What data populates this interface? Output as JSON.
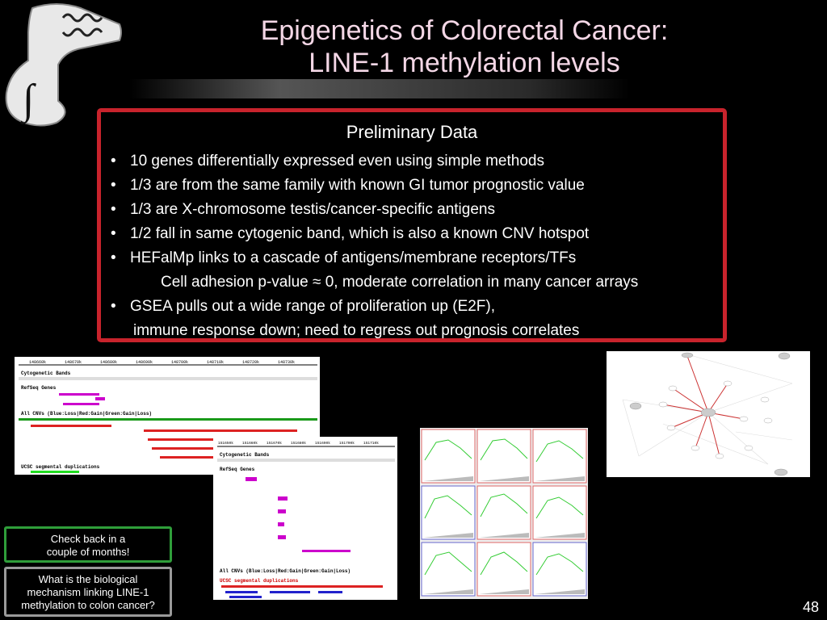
{
  "slide": {
    "title_line1": "Epigenetics of Colorectal Cancer:",
    "title_line2": "LINE-1 methylation levels",
    "page_number": "48"
  },
  "box": {
    "heading": "Preliminary Data",
    "bullets": [
      "10 genes differentially expressed even using simple methods",
      "1/3 are from the same family with known GI tumor prognostic value",
      "1/3 are X-chromosome testis/cancer-specific antigens",
      "1/2 fall in same cytogenic band, which is also a known CNV hotspot",
      "HEFalMp links to a cascade of antigens/membrane receptors/TFs"
    ],
    "sub1": "Cell adhesion p-value ≈ 0, moderate correlation in many cancer arrays",
    "bullet6": "GSEA pulls out a wide range of proliferation up (E2F),",
    "bullet6_cont": "immune response down; need to regress out prognosis correlates"
  },
  "browser1": {
    "ticks": [
      "148660k",
      "148670k",
      "148680k",
      "148690k",
      "148700k",
      "148710k",
      "148720k",
      "148730k"
    ],
    "cyto": "Cytogenetic Bands",
    "refseq": "RefSeq Genes",
    "cnv": "All CNVs (Blue:Loss|Red:Gain|Green:Gain|Loss)",
    "ucsc": "UCSC segmental duplications"
  },
  "browser2": {
    "ticks": [
      "151650k",
      "151660k",
      "151670k",
      "151680k",
      "151690k",
      "151700k",
      "151710k"
    ],
    "cyto": "Cytogenetic Bands",
    "refseq": "RefSeq Genes",
    "cnv": "All CNVs (Blue:Loss|Red:Gain|Green:Gain|Loss)",
    "ucsc": "UCSC segmental duplications"
  },
  "notes": {
    "check_back": "Check back in a\ncouple of months!",
    "question": "What is the biological\nmechanism linking LINE-1\nmethylation to colon cancer?"
  },
  "colors": {
    "title": "#f4d7e6",
    "box_border": "#c8232c",
    "note_green": "#2f9e3a",
    "note_gray": "#9a9a9a"
  }
}
